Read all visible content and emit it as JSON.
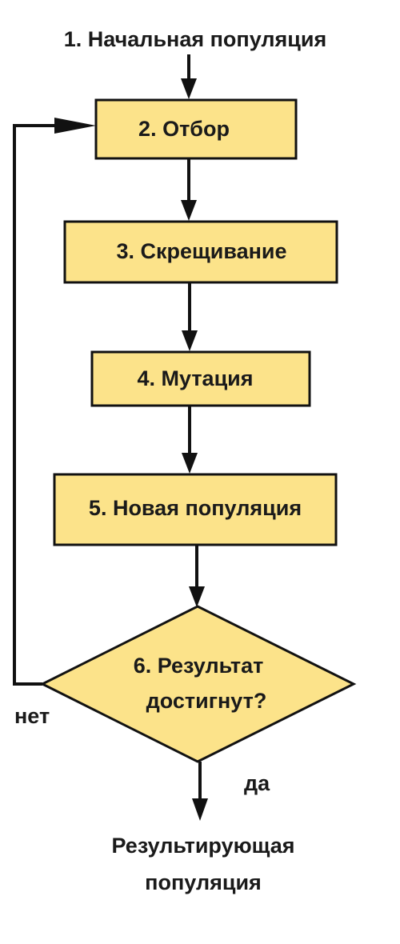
{
  "diagram": {
    "start": {
      "label": "1. Начальная популяция"
    },
    "nodes": [
      {
        "id": "selection",
        "label": "2. Отбор"
      },
      {
        "id": "crossover",
        "label": "3. Скрещивание"
      },
      {
        "id": "mutation",
        "label": "4. Мутация"
      },
      {
        "id": "new-population",
        "label": "5. Новая популяция"
      }
    ],
    "decision": {
      "line1": "6. Результат",
      "line2": "достигнут?",
      "no_label": "нет",
      "yes_label": "да"
    },
    "end": {
      "line1": "Результирующая",
      "line2": "популяция"
    }
  },
  "colors": {
    "box_fill": "#fce38a",
    "stroke": "#111111",
    "text": "#1a1a1a"
  }
}
